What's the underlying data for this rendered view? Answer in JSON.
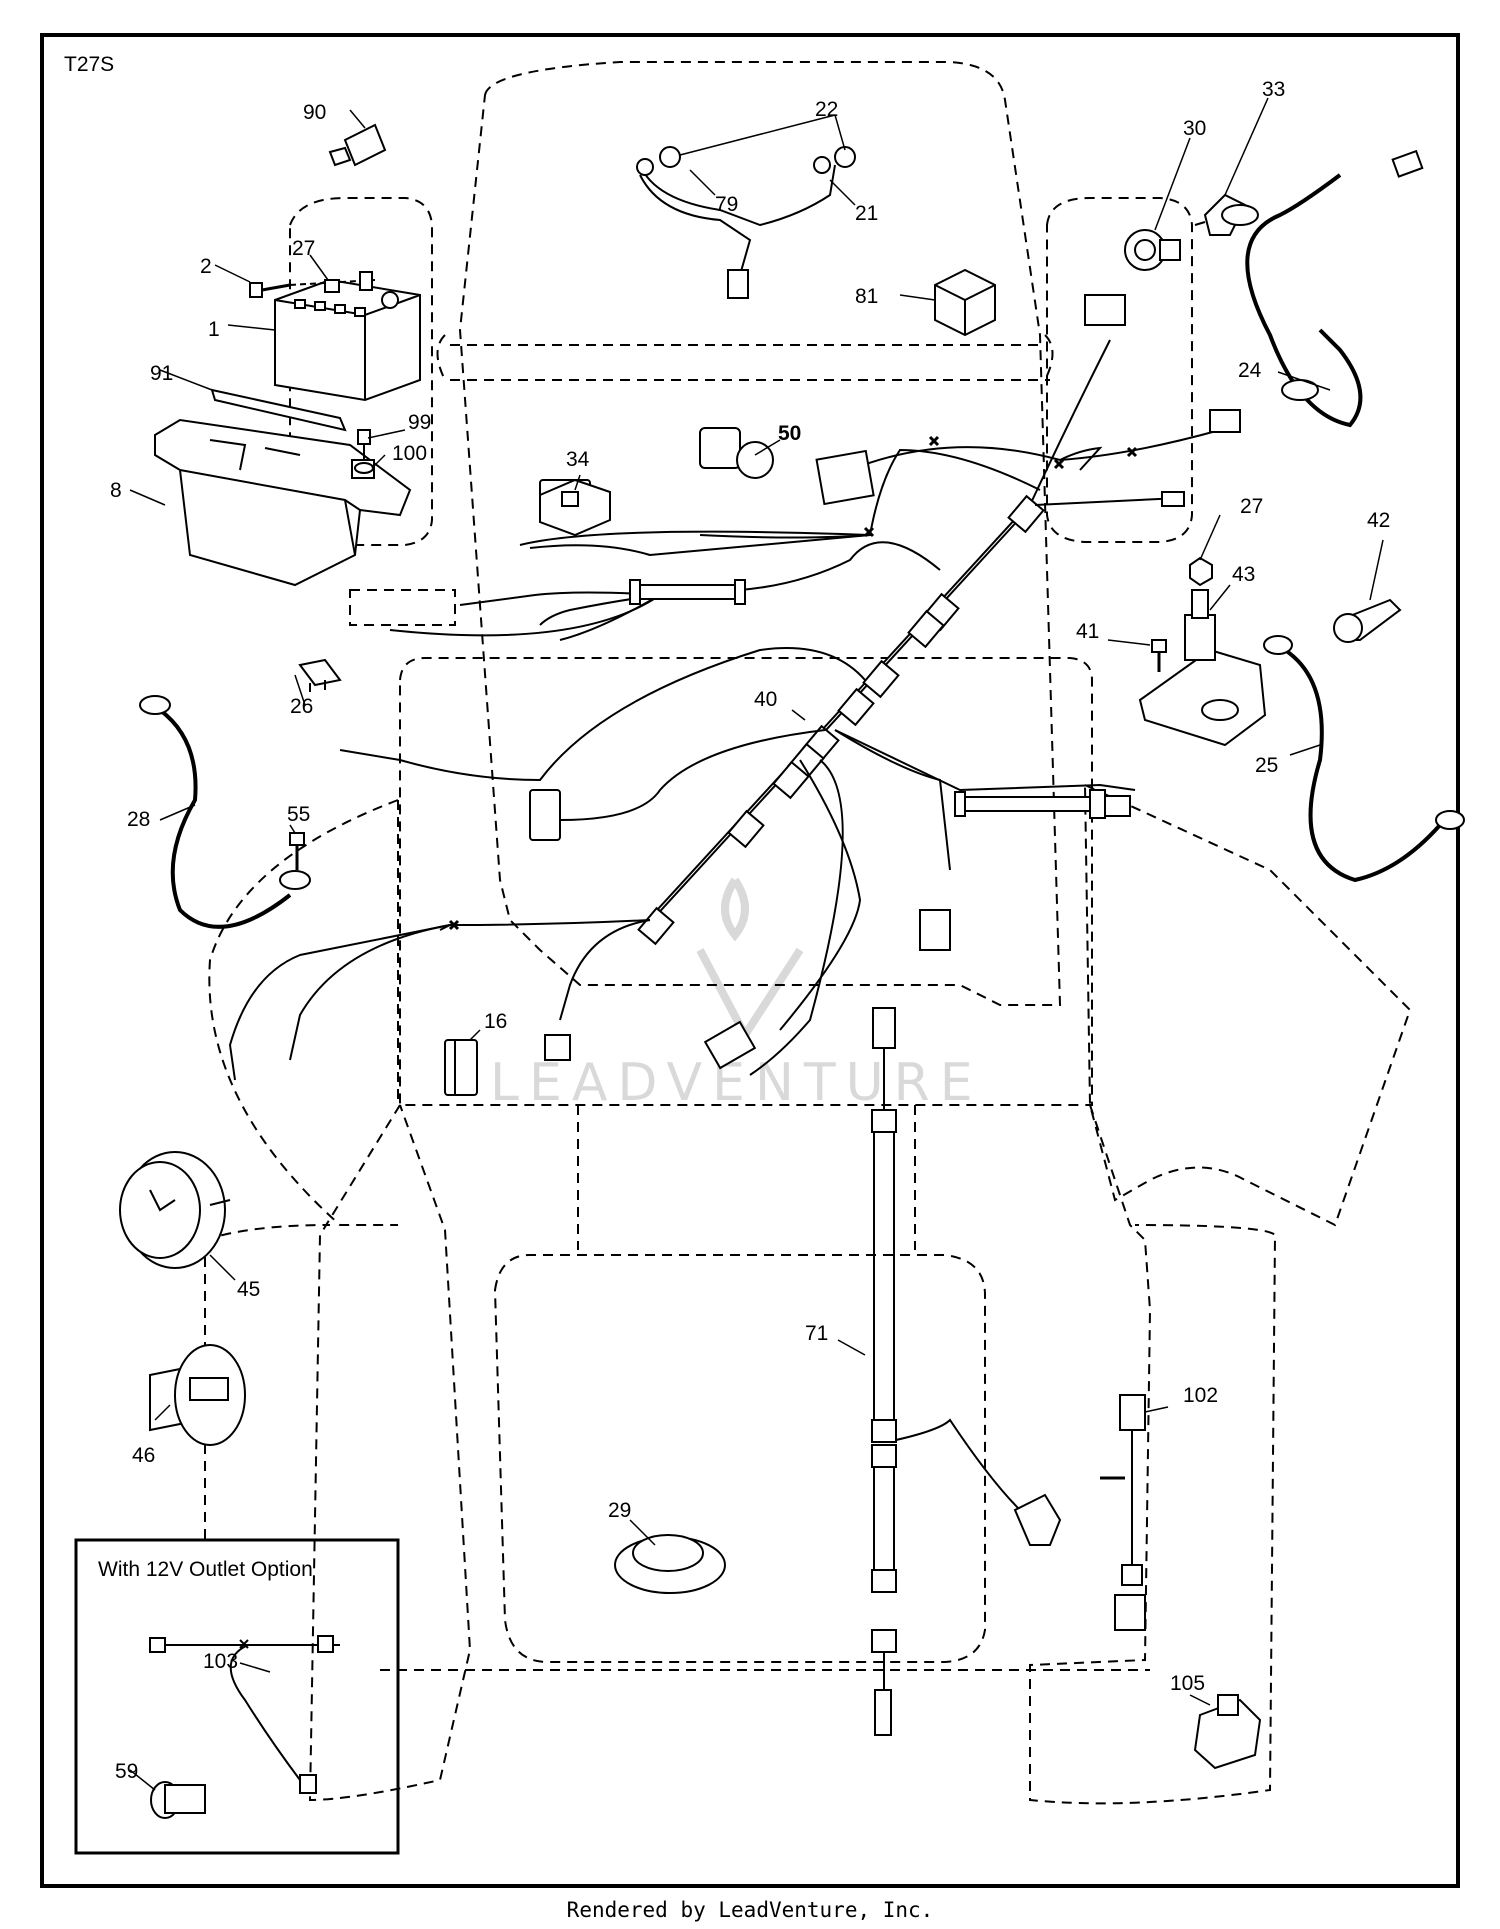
{
  "diagram_id": "T27S",
  "footer": "Rendered by LeadVenture, Inc.",
  "watermark": "LEADVENTURE",
  "inset_title": "With 12V Outlet Option",
  "labels": {
    "p1": "1",
    "p2": "2",
    "p8": "8",
    "p16": "16",
    "p21": "21",
    "p22": "22",
    "p24": "24",
    "p25": "25",
    "p26": "26",
    "p27a": "27",
    "p27b": "27",
    "p28": "28",
    "p29": "29",
    "p30": "30",
    "p33": "33",
    "p34": "34",
    "p40": "40",
    "p41": "41",
    "p42": "42",
    "p43": "43",
    "p45": "45",
    "p46": "46",
    "p50": "50",
    "p55": "55",
    "p59": "59",
    "p71": "71",
    "p79": "79",
    "p81": "81",
    "p90": "90",
    "p91": "91",
    "p99": "99",
    "p100": "100",
    "p102": "102",
    "p103": "103",
    "p105": "105"
  },
  "colors": {
    "ink": "#000000",
    "watermark": "#d9d9d9",
    "background": "#ffffff"
  }
}
